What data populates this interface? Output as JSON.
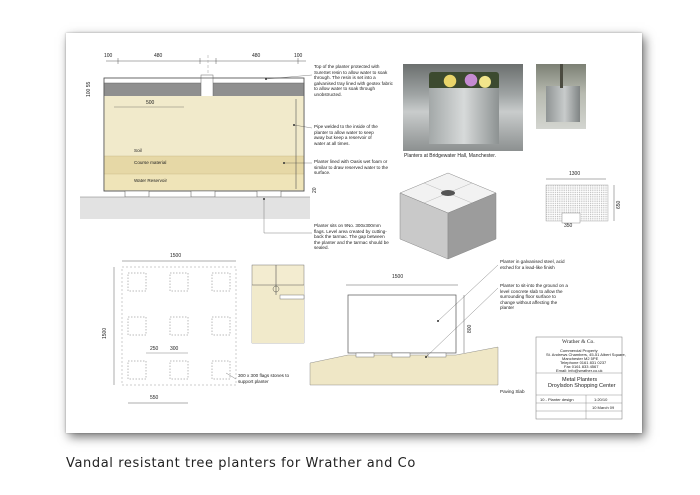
{
  "caption": "Vandal resistant tree planters for Wrather and Co",
  "section": {
    "dim_top": [
      "100",
      "480",
      "480",
      "100"
    ],
    "dim_side": "100 55",
    "dim_inner": "500",
    "label_soil": "Soil",
    "label_course": "Course material",
    "label_water": "Water Reservoir",
    "dim_right": "20"
  },
  "notes": {
    "resin": "Top of the planter protected with SureSet resin to allow water to soak through. The resin is set into a galvanised tray lined with geotex fabric to allow water to soak through unobstructed.",
    "pipe": "Pipe welded to the inside of the planter to allow water to seep away but keep a reservoir of water at all times.",
    "oasis": "Planter lined with Oasis wet foam or similar to draw reserved water to the surface.",
    "flags": "Planter sits on 9No. 300x300mm flags. Level area created by cutting-back the tarmac. The gap between the planter and the tarmac should be sealed.",
    "galvanised": "Planter in galvanised steel, acid etched for a lead-like finish",
    "concrete": "Planter to sit-into the ground on a level concrete slab to allow the surrounding floor surface to change without affecting the planter",
    "paving": "Paving Slab",
    "stones": "300 x 300 flags stones to support planter"
  },
  "photos": {
    "caption": "Planters at Bridgewater Hall, Manchester."
  },
  "plan": {
    "dim_top": "1500",
    "dim_left": "1500",
    "dim_250": "250",
    "dim_300": "300",
    "dim_550": "550"
  },
  "elevation": {
    "dim_width": "1500",
    "dim_height": "800"
  },
  "top_view": {
    "dim_w": "1300",
    "dim_h": "650",
    "dim_d": "350"
  },
  "title_block": {
    "company": "Wrather & Co.",
    "address": [
      "Commercial Property",
      "St. Andrews Chambers, 45-51 Albert Square,",
      "Manchester M2 5PE",
      "Telephone 0161 831 0237",
      "Fax 0161 833 4567",
      "Email: info@wrather.co.uk"
    ],
    "project_line1": "Metal Planters",
    "project_line2": "Droylsdon Shopping Center",
    "drawing": "10 - Planter design",
    "scale": "1:20/10",
    "date": "10 March 09"
  },
  "colors": {
    "soil": "#efe7c6",
    "course": "#e4d7a3",
    "ground": "#e0e0e0",
    "steel": "#8a8a8a"
  }
}
